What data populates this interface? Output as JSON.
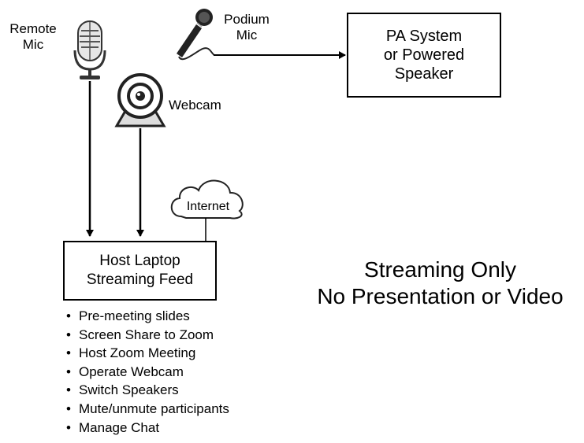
{
  "labels": {
    "remote_mic": [
      "Remote",
      "Mic"
    ],
    "podium_mic": [
      "Podium",
      "Mic"
    ],
    "webcam": "Webcam",
    "internet": "Internet"
  },
  "boxes": {
    "pa_system": [
      "PA System",
      "or Powered",
      "Speaker"
    ],
    "host_laptop": [
      "Host Laptop",
      "Streaming Feed"
    ]
  },
  "tasks": [
    "Pre-meeting slides",
    "Screen Share to Zoom",
    "Host Zoom Meeting",
    "Operate Webcam",
    "Switch Speakers",
    "Mute/unmute participants",
    "Manage Chat"
  ],
  "caption": [
    "Streaming Only",
    "No Presentation or Video"
  ],
  "icons": {
    "remote_mic": "microphone-icon",
    "podium_mic": "handheld-microphone-icon",
    "webcam": "webcam-icon",
    "internet": "cloud-icon"
  },
  "colors": {
    "ink": "#000000",
    "icon_dark": "#333333",
    "icon_light": "#d9d9d9",
    "background": "#ffffff"
  }
}
